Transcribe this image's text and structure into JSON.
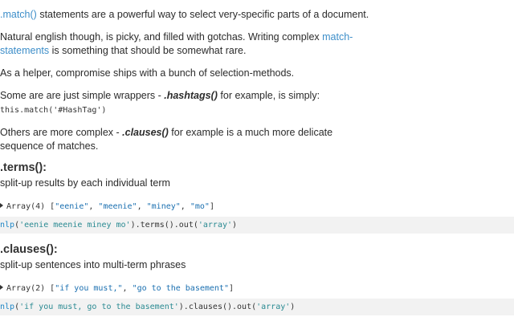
{
  "intro": {
    "link": ".match()",
    "text": " statements are a powerful way to select very-specific parts of a document."
  },
  "para2": {
    "text1": "Natural english though, is picky, and filled with gotchas. Writing complex ",
    "link1": "match-",
    "link2": "statements",
    "text2": " is something that should be somewhat rare."
  },
  "para3": {
    "text": "As a helper, compromise ships with a bunch of selection-methods."
  },
  "para4": {
    "text1": "Some are are just simple wrappers - ",
    "strong": ".hashtags()",
    "text2": " for example, is simply:",
    "code": "this.match('#HashTag')"
  },
  "para5": {
    "text1": "Others are more complex - ",
    "strong": ".clauses()",
    "text2": " for example is a much more delicate",
    "line2": "sequence of matches."
  },
  "terms": {
    "heading": ".terms():",
    "desc": "split-up results by each individual term",
    "result": {
      "prefix": "Array(4) [",
      "items": [
        "\"eenie\"",
        "\"meenie\"",
        "\"miney\"",
        "\"mo\""
      ],
      "sep": ", ",
      "suffix": "]"
    },
    "code": {
      "fn": "nlp",
      "open": "(",
      "arg": "'eenie meenie miney mo'",
      "chain": ").terms().out(",
      "arg2": "'array'",
      "close": ")"
    }
  },
  "clauses": {
    "heading": ".clauses():",
    "desc": "split-up sentences into multi-term phrases",
    "result": {
      "prefix": "Array(2) [",
      "items": [
        "\"if you must,\"",
        "\"go to the basement\""
      ],
      "sep": ", ",
      "suffix": "]"
    },
    "code": {
      "fn": "nlp",
      "open": "(",
      "arg": "'if you must, go to the basement'",
      "chain": ").clauses().out(",
      "arg2": "'array'",
      "close": ")"
    }
  }
}
